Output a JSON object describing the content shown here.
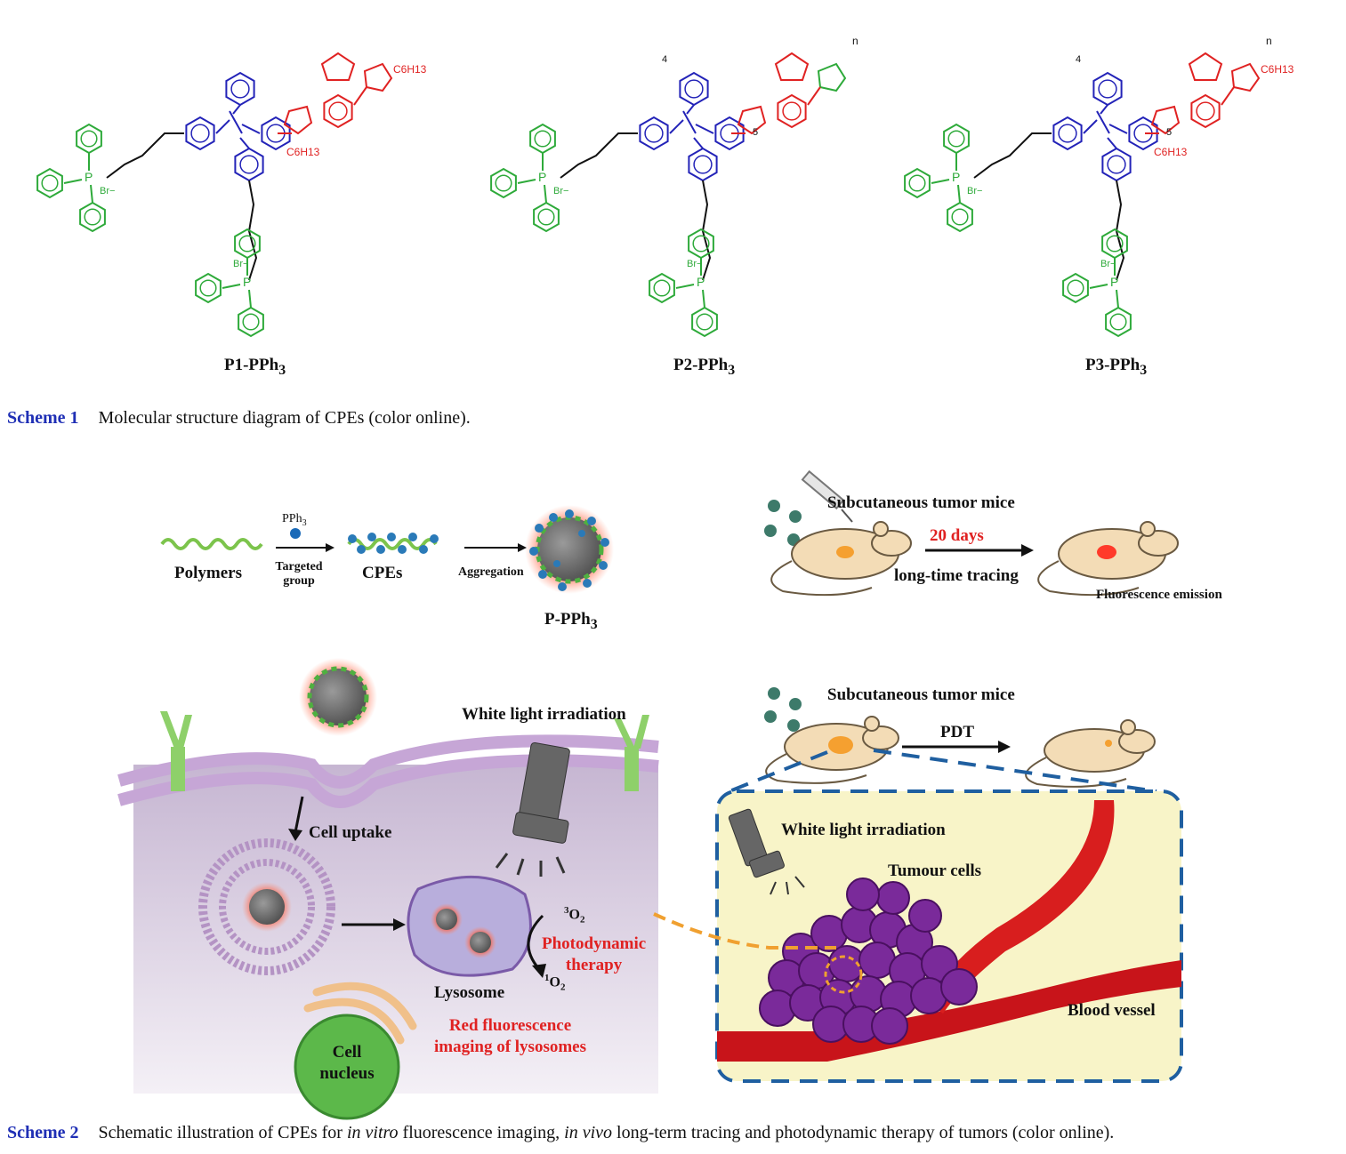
{
  "scheme1": {
    "structures": [
      {
        "label_main": "P1-PPh",
        "label_sub": "3",
        "subs": {
          "c6h13_top": "C6H13",
          "c6h13_bottom": "C6H13",
          "br1": "Br−",
          "br2": "Br−"
        }
      },
      {
        "label_main": "P2-PPh",
        "label_sub": "3",
        "subs": {
          "idx4": "4",
          "idx5": "5",
          "idxn": "n",
          "br1": "Br−",
          "br2": "Br−"
        }
      },
      {
        "label_main": "P3-PPh",
        "label_sub": "3",
        "subs": {
          "idx4": "4",
          "idx5": "5",
          "idxn": "n",
          "c6h13_top": "C6H13",
          "c6h13_bottom": "C6H13",
          "br1": "Br−",
          "br2": "Br−"
        }
      }
    ],
    "caption_key": "Scheme 1",
    "caption_text": "Molecular structure diagram of CPEs (color online)."
  },
  "scheme2": {
    "top_left": {
      "polymers": "Polymers",
      "pph3": "PPh",
      "pph3_sub": "3",
      "targeted": "Targeted",
      "group": "group",
      "cpes": "CPEs",
      "aggregation": "Aggregation",
      "ppph3": "P-PPh",
      "ppph3_sub": "3"
    },
    "top_right": {
      "mice_title": "Subcutaneous tumor mice",
      "days": "20 days",
      "tracing": "long-time tracing",
      "fluorescence": "Fluorescence emission"
    },
    "cell": {
      "white_light": "White light irradiation",
      "cell_uptake": "Cell uptake",
      "o2_triplet_sup": "3",
      "o2_singlet_sup": "1",
      "o2": "O",
      "o2_sub": "2",
      "pdt_line1": "Photodynamic",
      "pdt_line2": "therapy",
      "lysosome": "Lysosome",
      "red_line1": "Red fluorescence",
      "red_line2": "imaging of lysosomes",
      "nucleus_line1": "Cell",
      "nucleus_line2": "nucleus"
    },
    "tumor": {
      "mice_title": "Subcutaneous tumor mice",
      "pdt": "PDT",
      "white_light": "White light irradiation",
      "tumour_cells": "Tumour cells",
      "blood_vessel": "Blood vessel"
    },
    "caption_key": "Scheme 2",
    "caption_pre": "Schematic illustration of CPEs for ",
    "caption_it1": "in vitro",
    "caption_mid": " fluorescence imaging, ",
    "caption_it2": "in vivo",
    "caption_post": " long-term tracing and photodynamic therapy of tumors (color online)."
  },
  "colors": {
    "green": "#2eaa3a",
    "blue": "#2323b8",
    "red": "#e02222",
    "caption_blue": "#1f2fb5",
    "dash_blue": "#1f5fa0",
    "orange": "#f0a030"
  }
}
